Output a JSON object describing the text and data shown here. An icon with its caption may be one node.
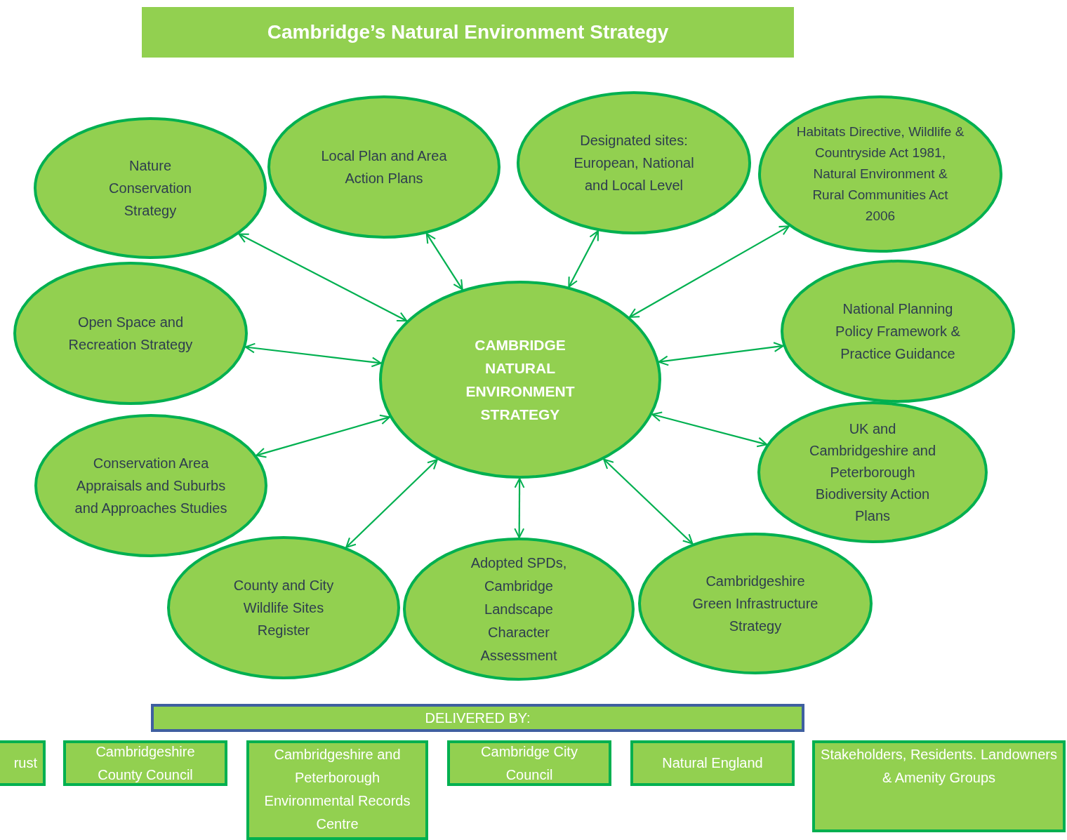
{
  "diagram": {
    "title": "Cambridge’s Natural Environment Strategy",
    "nodes": [
      {
        "text": [
          "Nature Conservation Strategy"
        ]
      },
      {
        "text": [
          "Local Plan and Area Action Plans"
        ]
      },
      {
        "text": [
          "Designated sites: European, National and Local Level"
        ]
      },
      {
        "text": [
          "Habitats Directive, Wildlife & Countryside Act 1981, Natural Environment & Rural Communities Act 2006"
        ]
      },
      {
        "text": [
          "Open Space and Recreation Strategy"
        ]
      },
      {
        "text": [
          "CAMBRIDGE NATURAL ENVIRONMENT STRATEGY"
        ]
      },
      {
        "text": [
          "National Planning Policy Framework & Practice Guidance"
        ]
      },
      {
        "text": [
          "Conservation Area Appraisals and Suburbs and Approaches Studies"
        ]
      },
      {
        "text": [
          "UK and Cambridgeshire and Peterborough Biodiversity Action Plans"
        ]
      },
      {
        "text": [
          "County and City Wildlife Sites Register"
        ]
      },
      {
        "text": [
          "Adopted SPDs, Cambridge Landscape Character Assessment"
        ]
      },
      {
        "text": [
          "Cambridgeshire Green Infrastructure Strategy"
        ]
      },
      {
        "text": [
          "DELIVERED BY:"
        ]
      },
      {
        "text": [
          "rust"
        ]
      },
      {
        "text": [
          "Cambridgeshire County Council"
        ]
      },
      {
        "text": [
          "Cambridgeshire and Peterborough Environmental Records Centre"
        ]
      },
      {
        "text": [
          "Cambridge City Council"
        ]
      },
      {
        "text": [
          "Natural England"
        ]
      },
      {
        "text": [
          "Stakeholders, Residents. Landowners & Amenity Groups"
        ]
      }
    ],
    "edges": [
      {
        "from": 5,
        "to": 0,
        "arrow": "both"
      },
      {
        "from": 5,
        "to": 1,
        "arrow": "both"
      },
      {
        "from": 5,
        "to": 2,
        "arrow": "both"
      },
      {
        "from": 5,
        "to": 3,
        "arrow": "both"
      },
      {
        "from": 5,
        "to": 4,
        "arrow": "both"
      },
      {
        "from": 5,
        "to": 6,
        "arrow": "both"
      },
      {
        "from": 5,
        "to": 7,
        "arrow": "both"
      },
      {
        "from": 5,
        "to": 8,
        "arrow": "both"
      },
      {
        "from": 5,
        "to": 9,
        "arrow": "both"
      },
      {
        "from": 5,
        "to": 10,
        "arrow": "both"
      },
      {
        "from": 5,
        "to": 11,
        "arrow": "both"
      }
    ]
  }
}
